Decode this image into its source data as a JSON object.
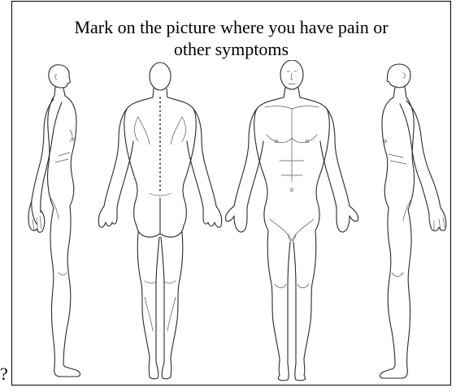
{
  "instruction": {
    "line1": "Mark on the picture where you have pain or",
    "line2": "other symptoms"
  },
  "stray_mark": "?",
  "figures": [
    {
      "view": "left-side-view"
    },
    {
      "view": "back-view"
    },
    {
      "view": "front-view"
    },
    {
      "view": "right-side-view"
    }
  ]
}
